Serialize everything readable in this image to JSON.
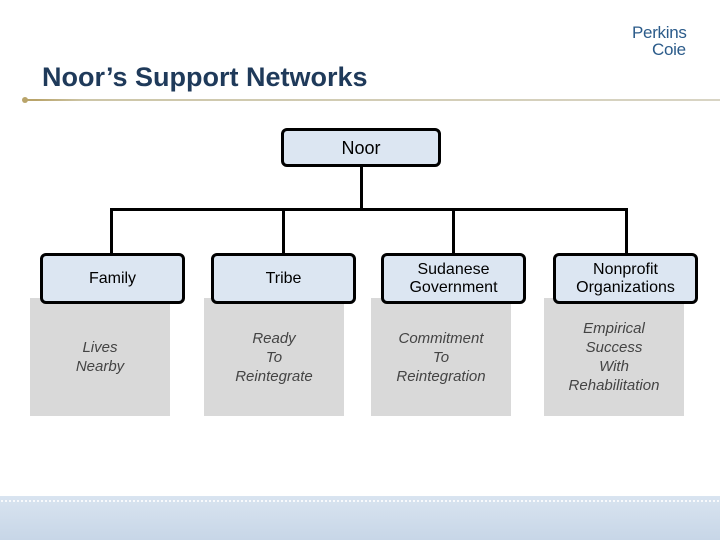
{
  "logo": {
    "line1": "Perkins",
    "line2": "Coie"
  },
  "title": "Noor’s Support Networks",
  "root": {
    "label": "Noor"
  },
  "branches": [
    {
      "label": "Family",
      "detail": "Lives\nNearby"
    },
    {
      "label": "Tribe",
      "detail": "Ready\nTo\nReintegrate"
    },
    {
      "label": "Sudanese\nGovernment",
      "detail": "Commitment\nTo\nReintegration"
    },
    {
      "label": "Nonprofit\nOrganizations",
      "detail": "Empirical\nSuccess\nWith\nRehabilitation"
    }
  ],
  "colors": {
    "title": "#1f3a5a",
    "box_fill": "#dce6f2",
    "detail_fill": "#d9d9d9",
    "logo": "#2b5b8a"
  }
}
